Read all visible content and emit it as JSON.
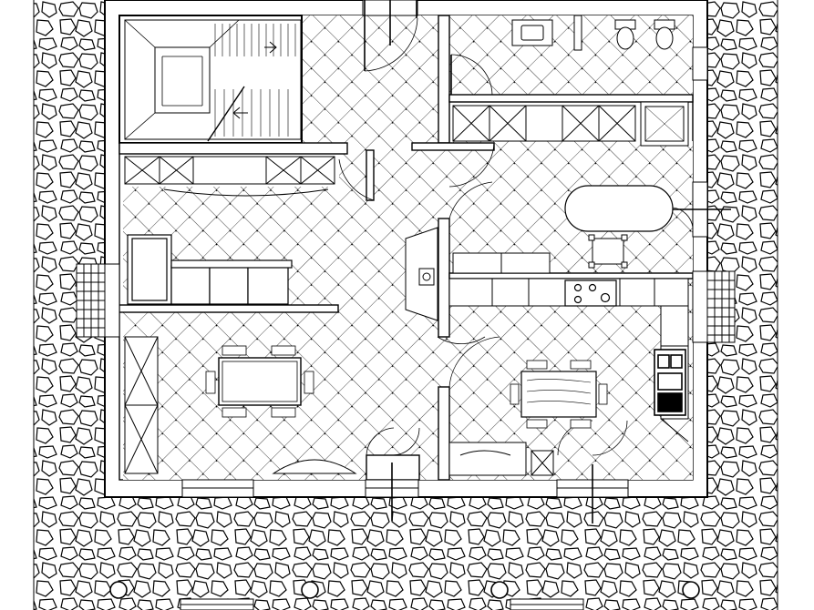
{
  "drawing": {
    "type": "architectural-floor-plan",
    "background_color": "#ffffff",
    "line_color": "#000000",
    "text": []
  },
  "rooms": [
    {
      "id": "stairwell",
      "pattern": "none"
    },
    {
      "id": "entrance-hall",
      "pattern": "diagonal-tile"
    },
    {
      "id": "bathroom",
      "pattern": "diagonal-tile"
    },
    {
      "id": "living-room",
      "pattern": "diagonal-tile"
    },
    {
      "id": "dining-room",
      "pattern": "diagonal-tile"
    },
    {
      "id": "bedroom",
      "pattern": "diagonal-tile"
    },
    {
      "id": "kitchen",
      "pattern": "diagonal-tile"
    },
    {
      "id": "exterior-paving",
      "pattern": "stone-cobble"
    }
  ],
  "furniture": [
    {
      "id": "staircase"
    },
    {
      "id": "sofa"
    },
    {
      "id": "dining-table"
    },
    {
      "id": "kitchen-table"
    },
    {
      "id": "bathtub"
    },
    {
      "id": "shower"
    },
    {
      "id": "toilet"
    },
    {
      "id": "bidet"
    },
    {
      "id": "washbasin"
    },
    {
      "id": "stove"
    },
    {
      "id": "sink"
    },
    {
      "id": "fireplace"
    },
    {
      "id": "wardrobe"
    }
  ]
}
